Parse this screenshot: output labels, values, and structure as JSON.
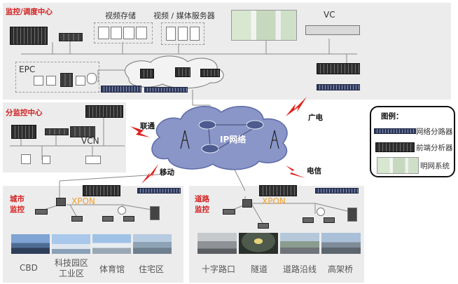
{
  "monitor_center": {
    "title": "监控/调度中心",
    "video_storage": "视频存储",
    "media_server": "视频 / 媒体服务器",
    "vc": "VC",
    "epc": "EPC"
  },
  "branch_center": {
    "title": "分监控中心",
    "vcn": "VCN"
  },
  "network": {
    "ip": "IP网络",
    "unicom": "联通",
    "guangdian": "广电",
    "mobile": "移动",
    "telecom": "电信"
  },
  "city": {
    "title_l1": "城市",
    "title_l2": "监控",
    "xpon": "XPON",
    "places": {
      "cbd": "CBD",
      "park_l1": "科技园区",
      "park_l2": "工业区",
      "stadium": "体育馆",
      "residential": "住宅区"
    }
  },
  "road": {
    "title_l1": "道路",
    "title_l2": "监控",
    "xpon": "XPON",
    "places": {
      "crossroad": "十字路口",
      "tunnel": "隧道",
      "roadside": "道路沿线",
      "overpass": "高架桥"
    }
  },
  "legend": {
    "title": "图例：",
    "router": "网络分路器",
    "analyzer": "前端分析器",
    "ming": "明网系统"
  },
  "colors": {
    "label_red": "#d21f1f",
    "xpon_orange": "#f0a030",
    "cloud": "#8a95c8",
    "lightning": "#e02020",
    "panel": "#ececec"
  }
}
